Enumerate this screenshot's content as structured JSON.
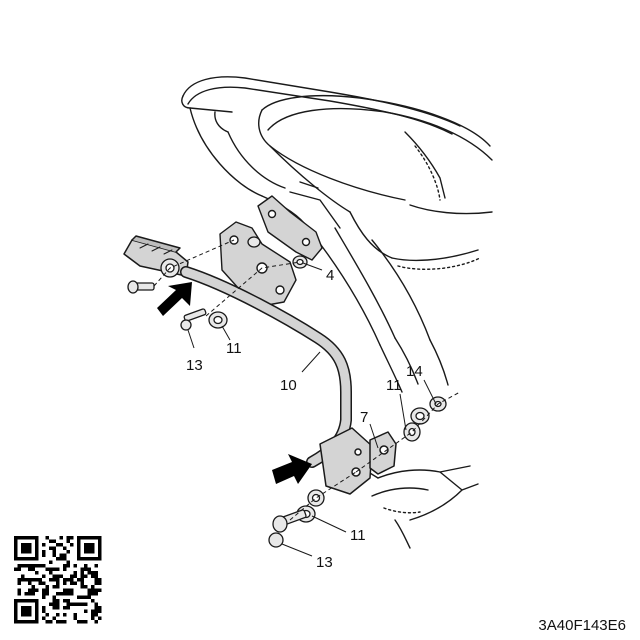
{
  "diagram": {
    "callouts": [
      {
        "id": "c4a",
        "text": "4"
      },
      {
        "id": "c11a",
        "text": "11"
      },
      {
        "id": "c13a",
        "text": "13"
      },
      {
        "id": "c10",
        "text": "10"
      },
      {
        "id": "c11b",
        "text": "11"
      },
      {
        "id": "c14",
        "text": "14"
      },
      {
        "id": "c7",
        "text": "7"
      },
      {
        "id": "c11c",
        "text": "11"
      },
      {
        "id": "c13b",
        "text": "13"
      }
    ],
    "image_code": "3A40F143E6"
  },
  "colors": {
    "line": "#1a1a1a",
    "part_fill": "#d4d4d4",
    "arrow": "#000000",
    "background": "#ffffff"
  }
}
